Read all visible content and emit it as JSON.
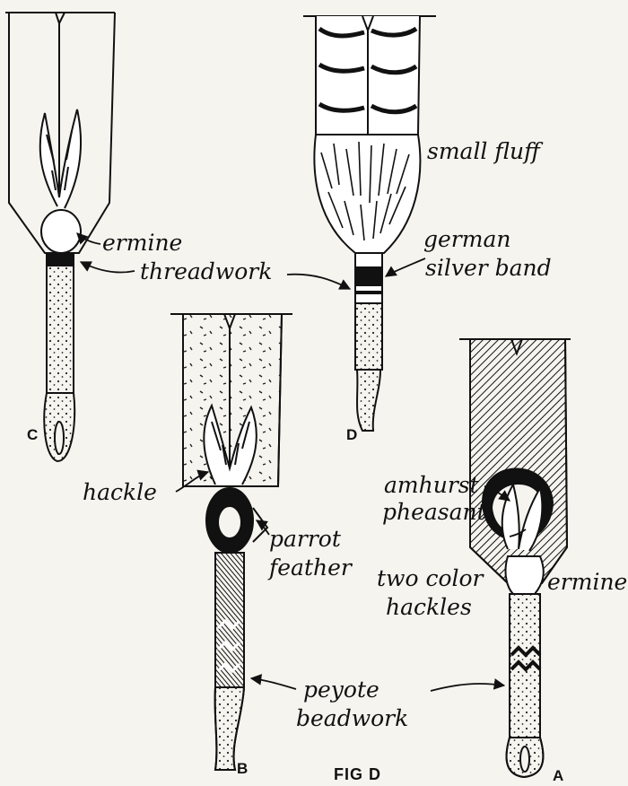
{
  "figure": {
    "caption": "FIG D"
  },
  "arrows": {
    "C": {
      "letter": "C",
      "labels": {
        "ermine": "ermine"
      }
    },
    "D": {
      "letter": "D",
      "labels": {
        "small_fluff": "small fluff",
        "german": "german",
        "silver_band": "silver band"
      }
    },
    "B": {
      "letter": "B",
      "labels": {
        "hackle": "hackle",
        "parrot": "parrot",
        "feather": "feather"
      }
    },
    "A": {
      "letter": "A",
      "labels": {
        "amhurst": "amhurst",
        "pheasant": "pheasant",
        "two_color": "two color",
        "hackles": "hackles",
        "ermine": "ermine"
      }
    }
  },
  "shared_labels": {
    "threadwork": "threadwork",
    "peyote": "peyote",
    "beadwork": "beadwork"
  },
  "colors": {
    "ink": "#111111",
    "paper": "#f6f4ef"
  }
}
